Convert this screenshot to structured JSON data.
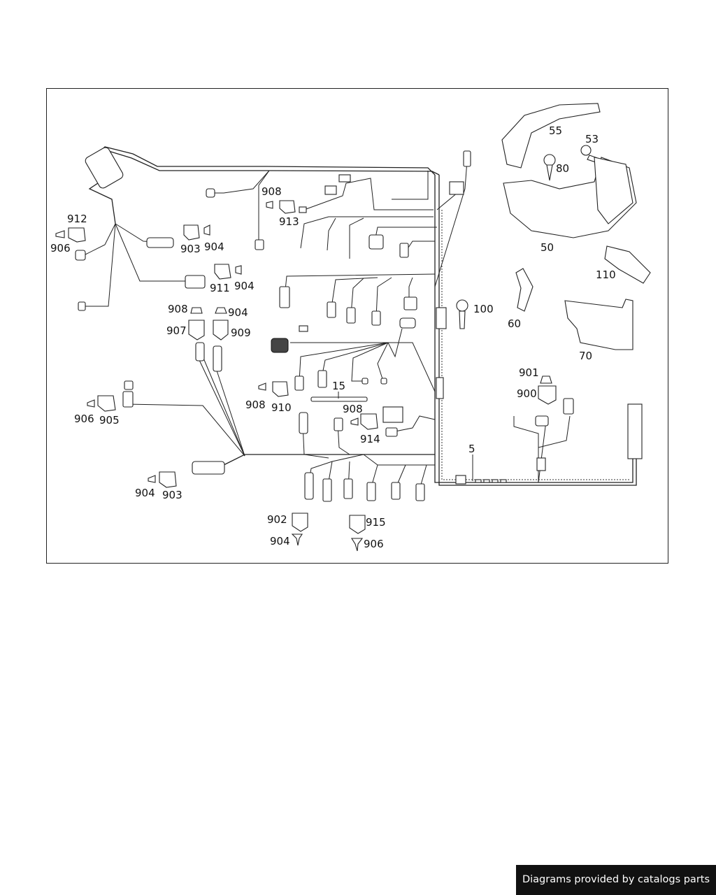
{
  "footer": {
    "text": "Diagrams provided by catalogs parts"
  },
  "labels": {
    "l912": "912",
    "l906a": "906",
    "l903a": "903",
    "l904a": "904",
    "l911": "911",
    "l904b": "904",
    "l908a": "908",
    "l913": "913",
    "l908b": "908",
    "l904c": "904",
    "l907": "907",
    "l909": "909",
    "l906b": "906",
    "l905": "905",
    "l908c": "908",
    "l910": "910",
    "l15": "15",
    "l908d": "908",
    "l914": "914",
    "l904d": "904",
    "l903b": "903",
    "l902": "902",
    "l904e": "904",
    "l915": "915",
    "l906c": "906",
    "l5": "5",
    "l100": "100",
    "l901": "901",
    "l900": "900",
    "l55": "55",
    "l53": "53",
    "l80": "80",
    "l50": "50",
    "l110": "110",
    "l60": "60",
    "l70": "70"
  }
}
